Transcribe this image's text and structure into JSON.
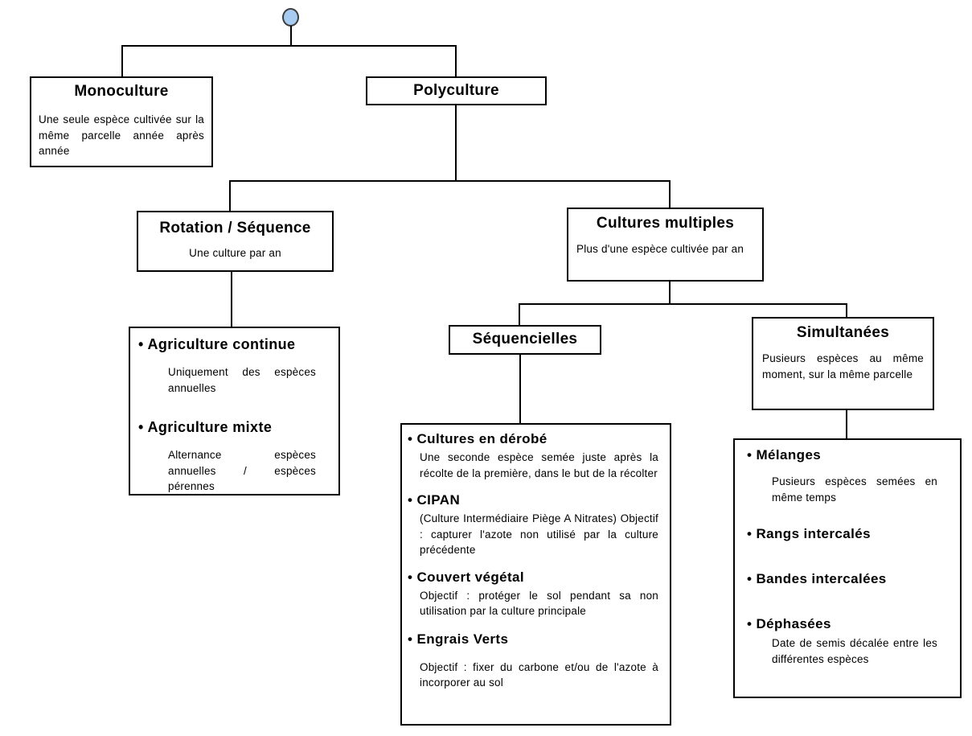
{
  "diagram": {
    "ui": {
      "bullet": "•"
    },
    "root": {
      "circle_fill": "#A7CBF1",
      "circle_border": "#3c3c3c"
    },
    "monoculture": {
      "title": "Monoculture",
      "body": "Une seule espèce cultivée sur la même parcelle année après année"
    },
    "polyculture": {
      "title": "Polyculture"
    },
    "rotation": {
      "title": "Rotation / Séquence",
      "body": "Une culture par an"
    },
    "cultures_multiples": {
      "title": "Cultures multiples",
      "body": "Plus d'une espèce cultivée par an"
    },
    "rotation_types": {
      "items": [
        {
          "title": "Agriculture continue",
          "body": "Uniquement des espèces annuelles"
        },
        {
          "title": "Agriculture mixte",
          "body": "Alternance espèces annuelles / espèces pérennes"
        }
      ]
    },
    "sequencielles": {
      "title": "Séquencielles"
    },
    "simultanees": {
      "title": "Simultanées",
      "body": "Pusieurs espèces au même moment, sur la même parcelle"
    },
    "sequencielles_types": {
      "items": [
        {
          "title": "Cultures en dérobé",
          "body": "Une seconde espèce semée juste après la récolte de la première, dans le but de la récolter"
        },
        {
          "title": "CIPAN",
          "body": "(Culture Intermédiaire Piège A Nitrates) Objectif : capturer l'azote non utilisé par la culture précédente"
        },
        {
          "title": "Couvert végétal",
          "body": "Objectif : protéger le sol pendant sa non utilisation par la culture principale"
        },
        {
          "title": "Engrais Verts",
          "body": "Objectif : fixer du carbone et/ou de l'azote à incorporer au sol"
        }
      ]
    },
    "simultanees_types": {
      "items": [
        {
          "title": "Mélanges",
          "body": "Pusieurs espèces semées en même temps"
        },
        {
          "title": "Rangs intercalés",
          "body": ""
        },
        {
          "title": "Bandes intercalées",
          "body": ""
        },
        {
          "title": "Déphasées",
          "body": "Date de semis décalée entre les différentes espèces"
        }
      ]
    }
  }
}
